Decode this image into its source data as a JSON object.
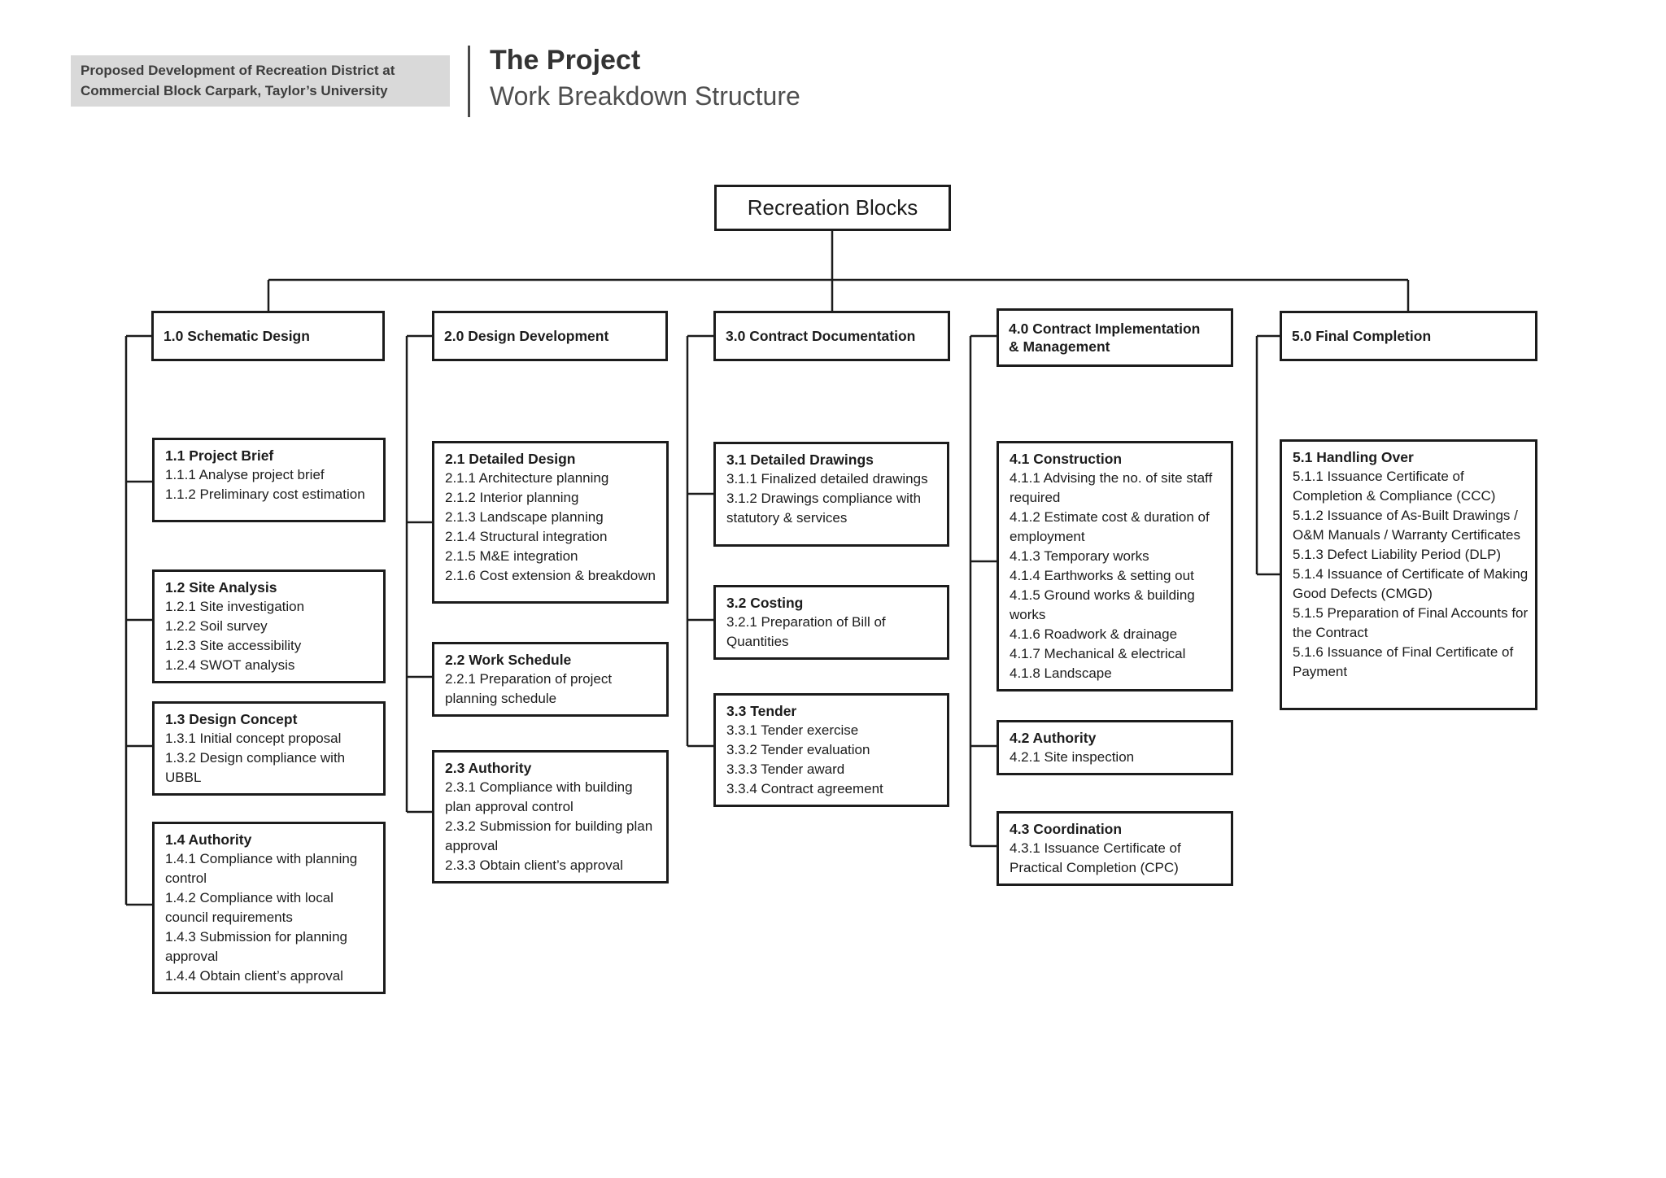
{
  "header": {
    "project_label": "Proposed Development of Recreation District at\nCommercial Block Carpark, Taylor’s University",
    "title": "The Project",
    "subtitle": "Work Breakdown Structure"
  },
  "root": {
    "label": "Recreation Blocks"
  },
  "columns": [
    {
      "label": "1.0 Schematic Design",
      "boxes": [
        {
          "title": "1.1 Project Brief",
          "items": [
            "1.1.1 Analyse project brief",
            "1.1.2 Preliminary cost estimation"
          ]
        },
        {
          "title": "1.2 Site Analysis",
          "items": [
            "1.2.1 Site investigation",
            "1.2.2 Soil survey",
            "1.2.3 Site accessibility",
            "1.2.4 SWOT analysis"
          ]
        },
        {
          "title": "1.3 Design Concept",
          "items": [
            "1.3.1 Initial concept proposal",
            "1.3.2 Design compliance with UBBL"
          ]
        },
        {
          "title": "1.4 Authority",
          "items": [
            "1.4.1 Compliance with planning control",
            "1.4.2 Compliance with local council requirements",
            "1.4.3 Submission for planning approval",
            "1.4.4 Obtain client’s approval"
          ]
        }
      ]
    },
    {
      "label": "2.0 Design Development",
      "boxes": [
        {
          "title": "2.1 Detailed Design",
          "items": [
            "2.1.1 Architecture planning",
            "2.1.2 Interior planning",
            "2.1.3 Landscape planning",
            "2.1.4 Structural integration",
            "2.1.5 M&E integration",
            "2.1.6 Cost extension & breakdown"
          ]
        },
        {
          "title": "2.2 Work Schedule",
          "items": [
            "2.2.1 Preparation of project planning schedule"
          ]
        },
        {
          "title": "2.3 Authority",
          "items": [
            "2.3.1 Compliance with building plan approval control",
            "2.3.2 Submission for building plan approval",
            "2.3.3 Obtain client’s approval"
          ]
        }
      ]
    },
    {
      "label": "3.0 Contract Documentation",
      "boxes": [
        {
          "title": "3.1 Detailed Drawings",
          "items": [
            "3.1.1 Finalized detailed drawings",
            "3.1.2 Drawings compliance with statutory & services"
          ]
        },
        {
          "title": "3.2 Costing",
          "items": [
            "3.2.1 Preparation of Bill of Quantities"
          ]
        },
        {
          "title": "3.3 Tender",
          "items": [
            "3.3.1 Tender exercise",
            "3.3.2 Tender evaluation",
            "3.3.3 Tender award",
            "3.3.4 Contract agreement"
          ]
        }
      ]
    },
    {
      "label": "4.0 Contract Implementation\n& Management",
      "boxes": [
        {
          "title": "4.1 Construction",
          "items": [
            "4.1.1 Advising the no. of site staff required",
            "4.1.2 Estimate cost & duration of employment",
            "4.1.3 Temporary works",
            "4.1.4 Earthworks & setting out",
            "4.1.5 Ground works & building works",
            "4.1.6 Roadwork & drainage",
            "4.1.7 Mechanical & electrical",
            "4.1.8 Landscape"
          ]
        },
        {
          "title": "4.2 Authority",
          "items": [
            "4.2.1 Site inspection"
          ]
        },
        {
          "title": "4.3 Coordination",
          "items": [
            "4.3.1 Issuance Certificate of Practical Completion (CPC)"
          ]
        }
      ]
    },
    {
      "label": "5.0 Final Completion",
      "boxes": [
        {
          "title": "5.1 Handling Over",
          "items": [
            "5.1.1 Issuance Certificate of Completion & Compliance (CCC)",
            "5.1.2 Issuance of As-Built Drawings / O&M Manuals / Warranty Certificates",
            "5.1.3 Defect Liability Period (DLP)",
            "5.1.4 Issuance of Certificate of Making Good Defects (CMGD)",
            "5.1.5 Preparation of Final Accounts for the Contract",
            "5.1.6 Issuance of Final Certificate of Payment"
          ]
        }
      ]
    }
  ],
  "colors": {
    "line": "#1c1c1c",
    "label_bg": "#d9d9d9",
    "subtitle_text": "#4f4f4f"
  }
}
